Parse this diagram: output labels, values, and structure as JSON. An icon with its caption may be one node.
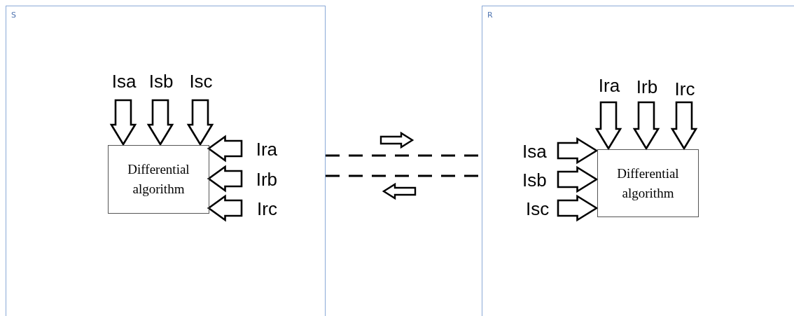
{
  "diagram": {
    "nodes": [
      {
        "text": [
          "S"
        ]
      },
      {
        "text": [
          "Differential algorithm"
        ],
        "in": 0
      },
      {
        "text": [
          "Isa"
        ],
        "in": 0
      },
      {
        "text": [
          "Isb"
        ],
        "in": 0
      },
      {
        "text": [
          "Isc"
        ],
        "in": 0
      },
      {
        "text": [
          "Ira"
        ],
        "in": 0
      },
      {
        "text": [
          "Irb"
        ],
        "in": 0
      },
      {
        "text": [
          "Irc"
        ],
        "in": 0
      },
      {
        "text": [
          "R"
        ]
      },
      {
        "text": [
          "Differential algorithm"
        ],
        "in": 8
      },
      {
        "text": [
          "Ira"
        ],
        "in": 8
      },
      {
        "text": [
          "Irb"
        ],
        "in": 8
      },
      {
        "text": [
          "Irc"
        ],
        "in": 8
      },
      {
        "text": [
          "Isa"
        ],
        "in": 8
      },
      {
        "text": [
          "Isb"
        ],
        "in": 8
      },
      {
        "text": [
          "Isc"
        ],
        "in": 8
      }
    ],
    "edges": [
      {
        "from": 2,
        "to": 1,
        "arrow": "to"
      },
      {
        "from": 3,
        "to": 1,
        "arrow": "to"
      },
      {
        "from": 4,
        "to": 1,
        "arrow": "to"
      },
      {
        "from": 5,
        "to": 1,
        "arrow": "to"
      },
      {
        "from": 6,
        "to": 1,
        "arrow": "to"
      },
      {
        "from": 7,
        "to": 1,
        "arrow": "to"
      },
      {
        "from": 10,
        "to": 9,
        "arrow": "to"
      },
      {
        "from": 11,
        "to": 9,
        "arrow": "to"
      },
      {
        "from": 12,
        "to": 9,
        "arrow": "to"
      },
      {
        "from": 13,
        "to": 9,
        "arrow": "to"
      },
      {
        "from": 14,
        "to": 9,
        "arrow": "to"
      },
      {
        "from": 15,
        "to": 9,
        "arrow": "to"
      },
      {
        "from": 0,
        "to": 8,
        "arrow": "none",
        "style": "dashed"
      },
      {
        "from": 0,
        "to": 8,
        "arrow": "none",
        "style": "dashed"
      }
    ]
  }
}
